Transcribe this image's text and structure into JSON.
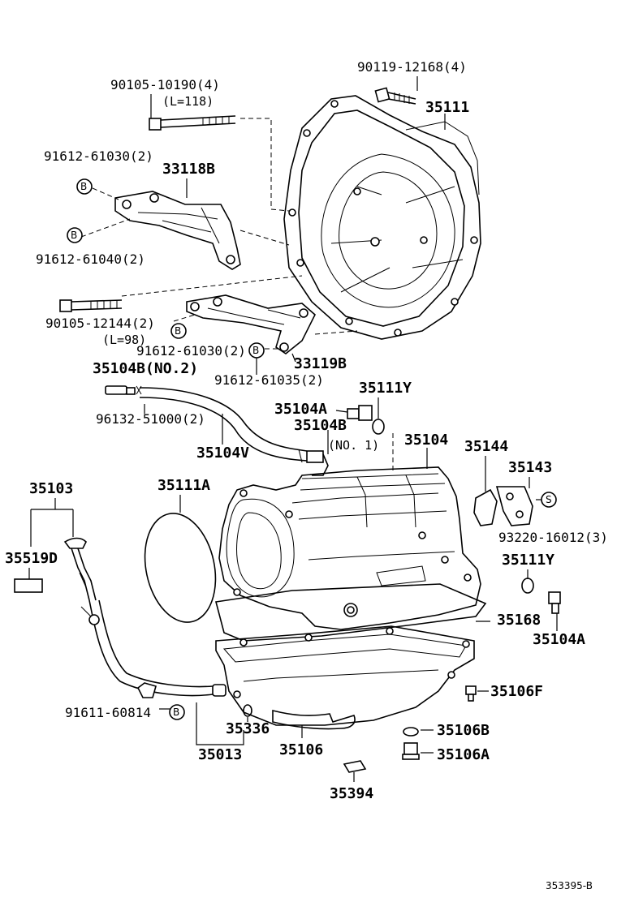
{
  "diagram_ref": "353395-B",
  "callout_circle_b": "B",
  "callout_circle_s": "S",
  "labels": {
    "p90119": "90119-12168(4)",
    "p35111": "35111",
    "p90105a": "90105-10190(4)",
    "p90105a_len": "(L=118)",
    "p91612a": "91612-61030(2)",
    "p33118b": "33118B",
    "p91612b": "91612-61040(2)",
    "p90105b": "90105-12144(2)",
    "p90105b_len": "(L=98)",
    "p91612c": "91612-61030(2)",
    "p33119b": "33119B",
    "p91612d": "91612-61035(2)",
    "p35104b2": "35104B(NO.2)",
    "p35111y_top": "35111Y",
    "p35104a_top": "35104A",
    "p96132": "96132-51000(2)",
    "p35104b1": "35104B",
    "p35104b1_no": "(NO. 1)",
    "p35104v": "35104V",
    "p35104": "35104",
    "p35144": "35144",
    "p35143": "35143",
    "p35103": "35103",
    "p35111a": "35111A",
    "p93220": "93220-16012(3)",
    "p35519d": "35519D",
    "p35111y_bot": "35111Y",
    "p35168": "35168",
    "p35104a_bot": "35104A",
    "p35106f": "35106F",
    "p91611": "91611-60814",
    "p35336": "35336",
    "p35106b": "35106B",
    "p35106a": "35106A",
    "p35013": "35013",
    "p35106": "35106",
    "p35394": "35394"
  }
}
